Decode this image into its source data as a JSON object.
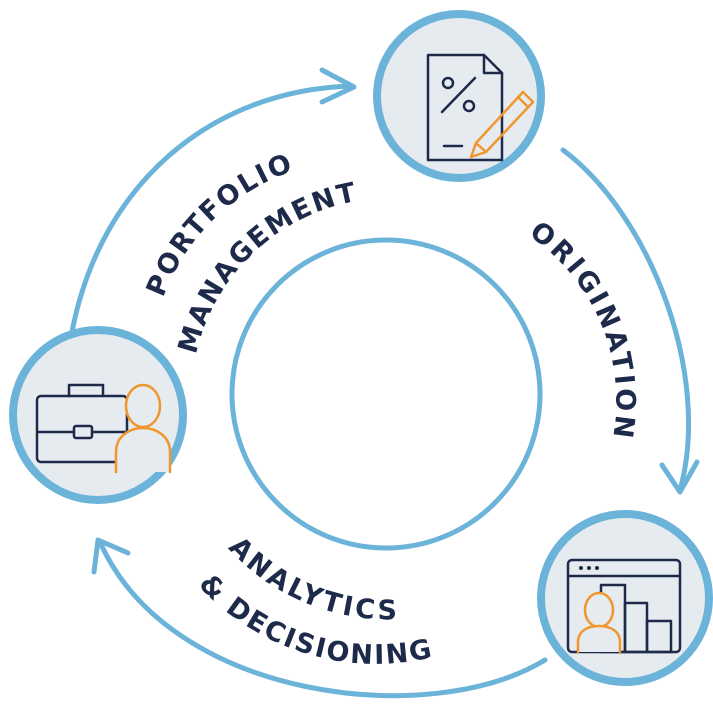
{
  "labels": {
    "portfolio_line1": "PORTFOLIO",
    "portfolio_line2": "MANAGEMENT",
    "origination": "ORIGINATION",
    "analytics_line1": "ANALYTICS",
    "analytics_line2": "& DECISIONING"
  },
  "icons": {
    "origination": "document-percent-pencil-icon",
    "analytics": "browser-chart-person-icon",
    "portfolio": "briefcase-person-icon"
  },
  "colors": {
    "ring": "#6bb3d8",
    "node_fill": "#e6ebef",
    "text_navy": "#1e2a4a",
    "icon_navy": "#1e2a4a",
    "icon_orange": "#f0962e"
  }
}
